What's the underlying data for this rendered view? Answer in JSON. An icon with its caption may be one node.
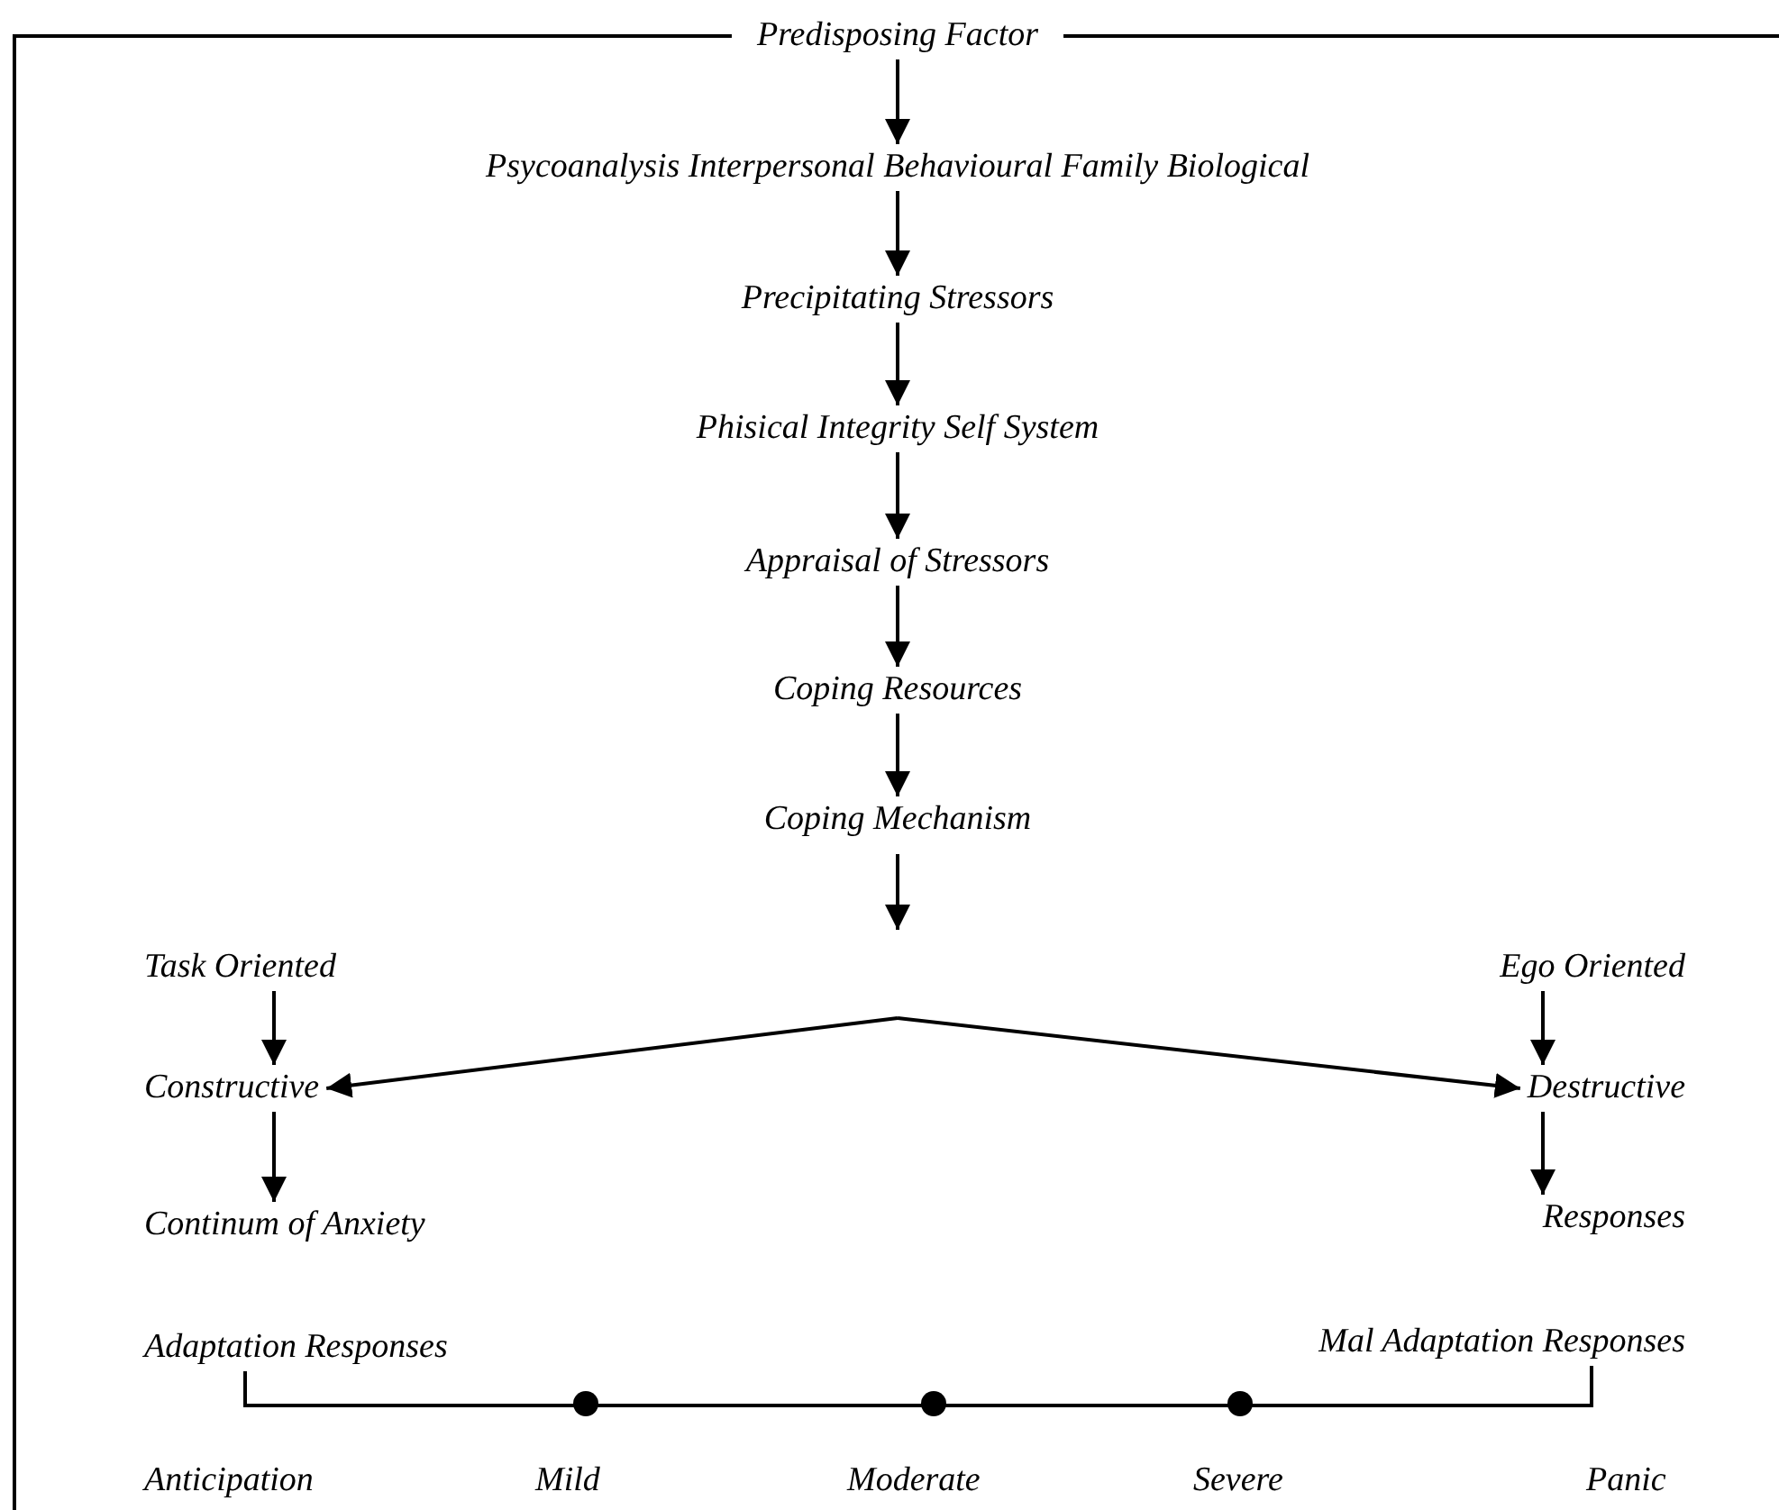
{
  "diagram": {
    "nodes": [
      {
        "text": [
          "Predisposing Factor"
        ]
      },
      {
        "text": [
          "Psycoanalysis Interpersonal Behavioural Family Biological"
        ]
      },
      {
        "text": [
          "Precipitating Stressors"
        ]
      },
      {
        "text": [
          "Phisical Integrity Self System"
        ]
      },
      {
        "text": [
          "Appraisal of Stressors"
        ]
      },
      {
        "text": [
          "Coping Resources"
        ]
      },
      {
        "text": [
          "Coping Mechanism"
        ]
      },
      {
        "text": [
          "Task Oriented"
        ]
      },
      {
        "text": [
          "Ego Oriented"
        ]
      },
      {
        "text": [
          "Constructive"
        ]
      },
      {
        "text": [
          "Destructive"
        ]
      },
      {
        "text": [
          "Continum of Anxiety"
        ]
      },
      {
        "text": [
          "Responses"
        ]
      },
      {
        "text": [
          "Adaptation Responses"
        ]
      },
      {
        "text": [
          "Mal Adaptation Responses"
        ]
      }
    ],
    "edges": [
      {
        "from": 0,
        "to": 1,
        "arrow": "to"
      },
      {
        "from": 1,
        "to": 2,
        "arrow": "to"
      },
      {
        "from": 2,
        "to": 3,
        "arrow": "to"
      },
      {
        "from": 3,
        "to": 4,
        "arrow": "to"
      },
      {
        "from": 4,
        "to": 5,
        "arrow": "to"
      },
      {
        "from": 5,
        "to": 6,
        "arrow": "to"
      },
      {
        "from": 6,
        "to": null,
        "arrow": "to"
      },
      {
        "from": null,
        "to": 9,
        "arrow": "to"
      },
      {
        "from": null,
        "to": 10,
        "arrow": "to"
      },
      {
        "from": 7,
        "to": 9,
        "arrow": "to"
      },
      {
        "from": 9,
        "to": 11,
        "arrow": "to"
      },
      {
        "from": 8,
        "to": 10,
        "arrow": "to"
      },
      {
        "from": 10,
        "to": 12,
        "arrow": "to"
      },
      {
        "from": 13,
        "to": 14,
        "arrow": "none"
      }
    ],
    "labels": [
      "Anticipation",
      "Mild",
      "Moderate",
      "Severe",
      "Panic"
    ]
  }
}
